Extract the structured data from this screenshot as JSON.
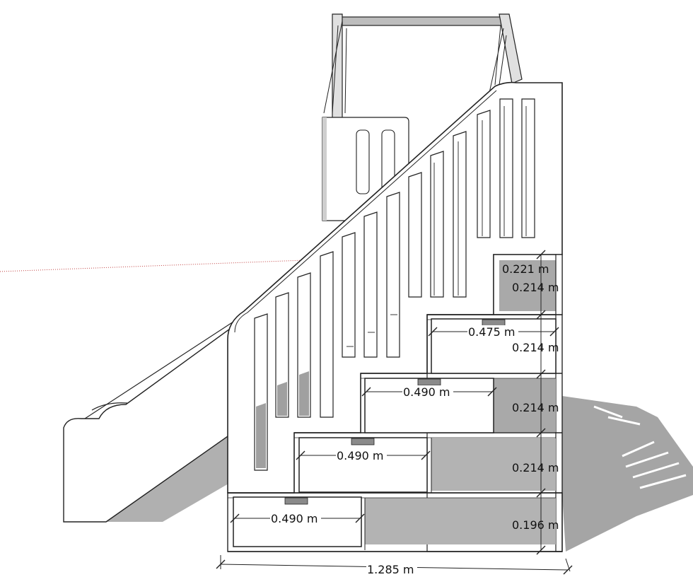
{
  "model": {
    "dimensions": {
      "drawer_top_width": "0.475 m",
      "drawer_2_width": "0.490 m",
      "drawer_3_width": "0.490 m",
      "drawer_bottom_width": "0.490 m",
      "total_depth": "1.285 m",
      "height_top": "0.221 m",
      "height_1": "0.214 m",
      "height_2": "0.214 m",
      "height_3": "0.214 m",
      "height_4": "0.214 m",
      "height_bottom": "0.196 m"
    },
    "colors": {
      "line": "#222222",
      "shadow": "#a8a8a8",
      "panel": "#ffffff",
      "handle": "#8a8a8a",
      "horizon": "#c04040"
    }
  }
}
